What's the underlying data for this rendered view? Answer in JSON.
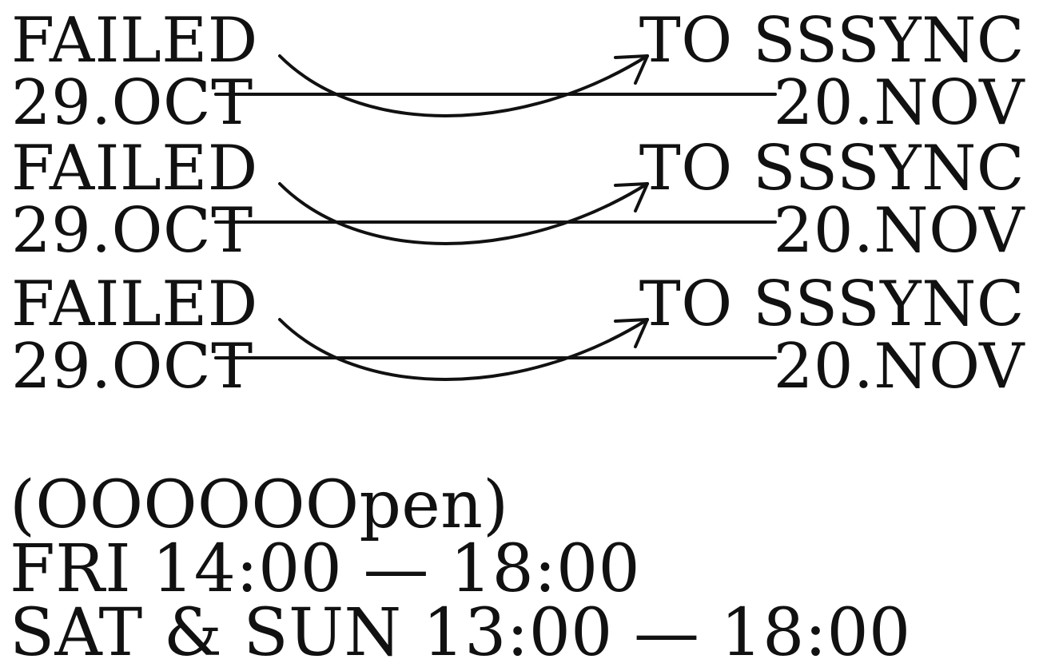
{
  "rows": [
    {
      "left_top": "FAILED",
      "left_bottom": "29.OCT",
      "right_top": "TO SSSYNC",
      "right_bottom": "20.NOV"
    },
    {
      "left_top": "FAILED",
      "left_bottom": "29.OCT",
      "right_top": "TO SSSYNC",
      "right_bottom": "20.NOV"
    },
    {
      "left_top": "FAILED",
      "left_bottom": "29.OCT",
      "right_top": "TO SSSYNC",
      "right_bottom": "20.NOV"
    }
  ],
  "schedule": {
    "open_label": "(OOOOOOpen)",
    "fri": "FRI 14:00 — 18:00",
    "weekend": "SAT & SUN 13:00 — 18:00"
  },
  "colors": {
    "ink": "#111111",
    "background": "#ffffff"
  },
  "icons": {
    "arrow": "curved-arrow-icon"
  }
}
